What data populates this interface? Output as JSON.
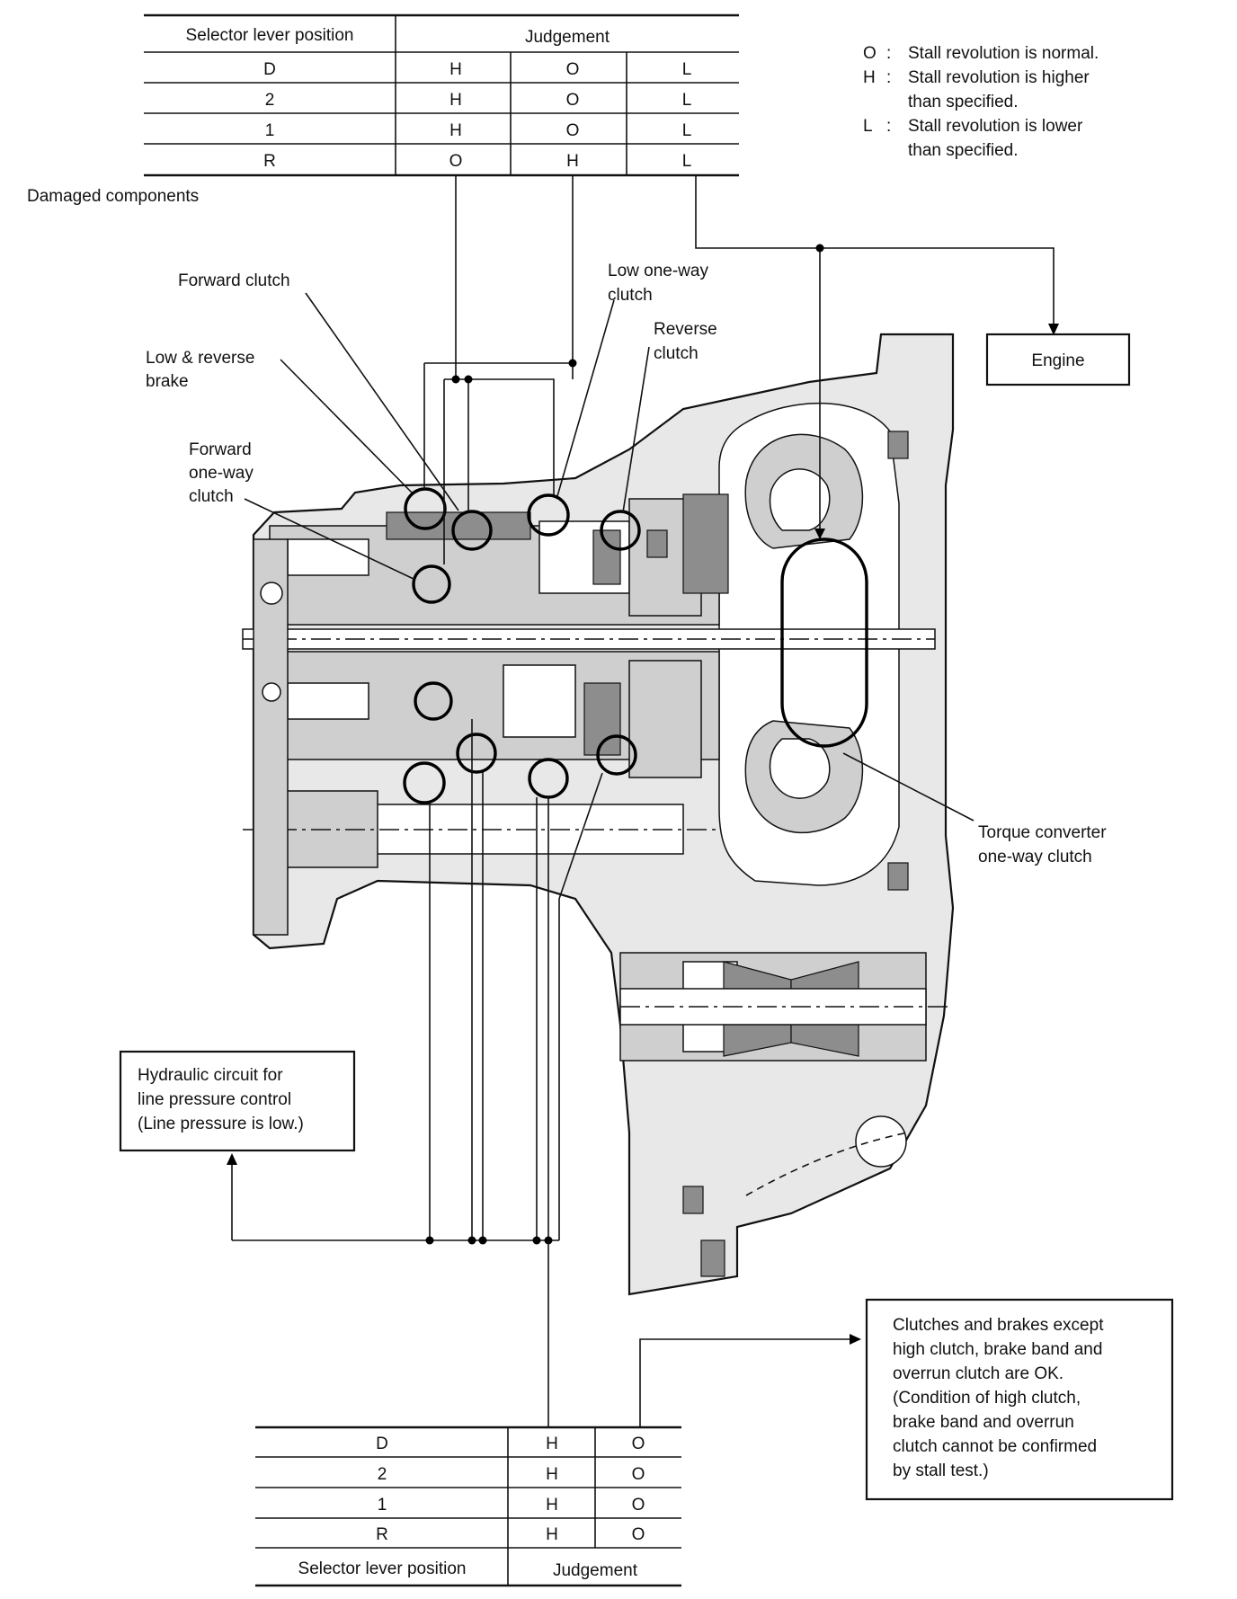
{
  "top_table": {
    "header_position": "Selector lever position",
    "header_judgement": "Judgement",
    "rows": [
      {
        "position": "D",
        "values": [
          "H",
          "O",
          "L"
        ]
      },
      {
        "position": "2",
        "values": [
          "H",
          "O",
          "L"
        ]
      },
      {
        "position": "1",
        "values": [
          "H",
          "O",
          "L"
        ]
      },
      {
        "position": "R",
        "values": [
          "O",
          "H",
          "L"
        ]
      }
    ]
  },
  "legend": [
    {
      "symbol": "O",
      "text": "Stall revolution is normal.",
      "text2": ""
    },
    {
      "symbol": "H",
      "text": "Stall revolution is higher",
      "text2": "than specified."
    },
    {
      "symbol": "L",
      "text": "Stall revolution is lower",
      "text2": "than specified."
    }
  ],
  "damaged_components_label": "Damaged components",
  "labels": {
    "forward_clutch": "Forward clutch",
    "low_reverse_brake": [
      "Low & reverse",
      "brake"
    ],
    "forward_one_way_clutch": [
      "Forward",
      "one-way",
      "clutch"
    ],
    "low_one_way_clutch": [
      "Low one-way",
      "clutch"
    ],
    "reverse_clutch": [
      "Reverse",
      "clutch"
    ],
    "engine": "Engine",
    "torque_converter_one_way_clutch": [
      "Torque converter",
      "one-way clutch"
    ],
    "hydraulic_circuit": [
      "Hydraulic circuit for",
      "line pressure control",
      "(Line pressure is low.)"
    ],
    "clutches_ok": [
      "Clutches and brakes except",
      "high clutch, brake band and",
      "overrun clutch are OK.",
      "(Condition of high clutch,",
      "brake band and overrun",
      "clutch cannot be confirmed",
      "by stall test.)"
    ]
  },
  "bottom_table": {
    "rows": [
      {
        "position": "D",
        "values": [
          "H",
          "O"
        ]
      },
      {
        "position": "2",
        "values": [
          "H",
          "O"
        ]
      },
      {
        "position": "1",
        "values": [
          "H",
          "O"
        ]
      },
      {
        "position": "R",
        "values": [
          "H",
          "O"
        ]
      }
    ],
    "footer_position": "Selector lever position",
    "footer_judgement": "Judgement"
  }
}
